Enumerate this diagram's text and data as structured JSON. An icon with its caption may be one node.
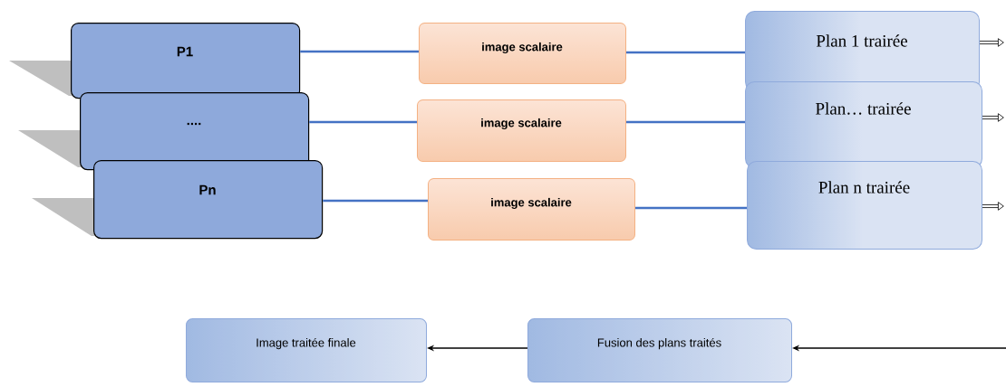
{
  "diagram": {
    "nodes": [
      {
        "text": [
          "P1"
        ]
      },
      {
        "text": [
          "...."
        ]
      },
      {
        "text": [
          "Pn"
        ]
      },
      {
        "text": [
          "image scalaire"
        ]
      },
      {
        "text": [
          "image scalaire"
        ]
      },
      {
        "text": [
          "image scalaire"
        ]
      },
      {
        "text": [
          "Plan 1 trairée"
        ]
      },
      {
        "text": [
          "Plan… trairée"
        ]
      },
      {
        "text": [
          "Plan n trairée"
        ]
      },
      {
        "text": [
          "Image traitée finale"
        ]
      },
      {
        "text": [
          "Fusion des plans traités"
        ]
      }
    ],
    "edges": [
      {
        "from": 0,
        "to": 3,
        "arrow": "none"
      },
      {
        "from": 3,
        "to": 6,
        "arrow": "none"
      },
      {
        "from": 1,
        "to": 4,
        "arrow": "none"
      },
      {
        "from": 4,
        "to": 7,
        "arrow": "none"
      },
      {
        "from": 2,
        "to": 5,
        "arrow": "none"
      },
      {
        "from": 5,
        "to": 8,
        "arrow": "none"
      },
      {
        "from": 6,
        "to": null,
        "arrow": "to",
        "color": "#000000"
      },
      {
        "from": 7,
        "to": null,
        "arrow": "to",
        "color": "#000000"
      },
      {
        "from": 8,
        "to": null,
        "arrow": "to",
        "color": "#000000"
      },
      {
        "from": null,
        "to": 10,
        "arrow": "to",
        "color": "#000000"
      },
      {
        "from": 10,
        "to": 9,
        "arrow": "to",
        "color": "#000000"
      }
    ]
  }
}
